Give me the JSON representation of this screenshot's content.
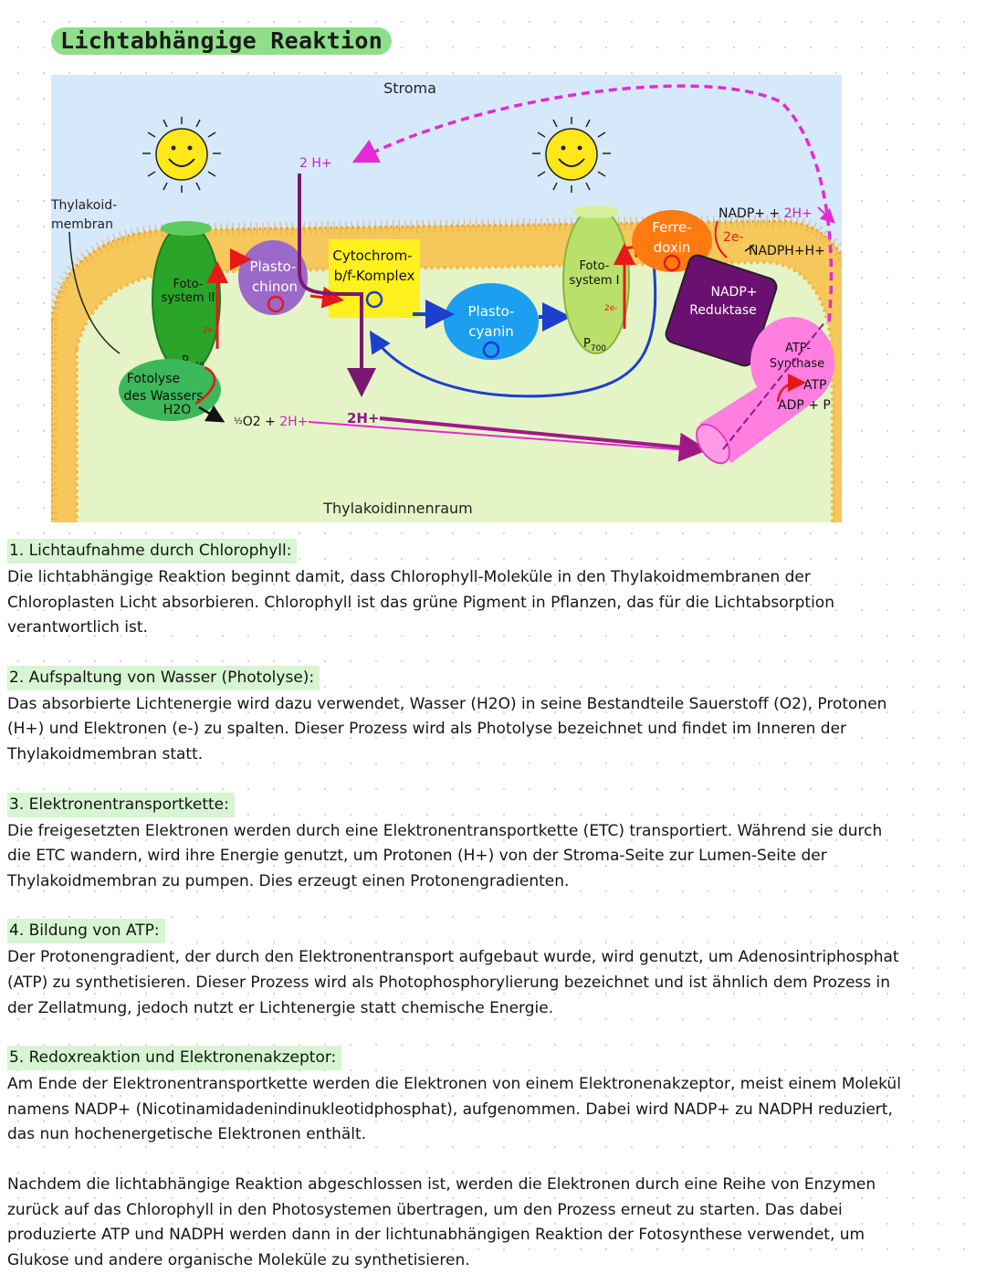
{
  "title": "Lichtabhängige Reaktion",
  "diagram": {
    "stroma": "Stroma",
    "lumen": "Thylakoidinnenraum",
    "membrane_label": [
      "Thylakoid-",
      "membran"
    ],
    "ps2_label": [
      "Foto-",
      "system II"
    ],
    "ps1_label": [
      "Foto-",
      "system I"
    ],
    "p680": "P",
    "p680_sub": "680",
    "p700": "P",
    "p700_sub": "700",
    "plastochinon": [
      "Plasto-",
      "chinon"
    ],
    "cytochrom": [
      "Cytochrom-",
      "b/f-Komplex"
    ],
    "plastocyanin": [
      "Plasto-",
      "cyanin"
    ],
    "ferredoxin": [
      "Ferre-",
      "doxin"
    ],
    "nadp_reduktase": [
      "NADP+",
      "Reduktase"
    ],
    "atp_synthase": [
      "ATP-",
      "Synthase"
    ],
    "fotolyse": [
      "Fotolyse",
      "des Wassers",
      "H2O"
    ],
    "h_top": "2 H+",
    "o2_text": "O2 + ",
    "o2_frac": "½",
    "h_o2": "2H+",
    "h_mid": "2H+",
    "e_label": "2e-",
    "e_small": "2e-",
    "nadp_plus": "NADP+ + ",
    "nadp_h": "2H+",
    "nadph": "NADPH+H+",
    "atp": "ATP",
    "adp": "ADP + P"
  },
  "sections": [
    {
      "heading": "1. Lichtaufnahme durch Chlorophyll:",
      "lines": [
        "Die lichtabhängige Reaktion beginnt damit, dass Chlorophyll-Moleküle in den Thylakoidmembranen der",
        "Chloroplasten Licht absorbieren. Chlorophyll ist das grüne Pigment in Pflanzen, das für die Lichtabsorption",
        "verantwortlich ist."
      ]
    },
    {
      "heading": "2. Aufspaltung von Wasser (Photolyse):",
      "lines": [
        "Das absorbierte Lichtenergie wird dazu verwendet, Wasser (H2O) in seine Bestandteile Sauerstoff (O2), Protonen",
        "(H+) und Elektronen (e-) zu spalten. Dieser Prozess wird als Photolyse bezeichnet und findet im Inneren der",
        "Thylakoidmembran statt."
      ]
    },
    {
      "heading": "3. Elektronentransportkette:",
      "lines": [
        "Die freigesetzten Elektronen werden durch eine Elektronentransportkette (ETC) transportiert. Während sie durch",
        "die ETC wandern, wird ihre Energie genutzt, um Protonen (H+) von der Stroma-Seite zur Lumen-Seite der",
        "Thylakoidmembran zu pumpen. Dies erzeugt einen Protonengradienten."
      ]
    },
    {
      "heading": "4. Bildung von ATP:",
      "lines": [
        "Der Protonengradient, der durch den Elektronentransport aufgebaut wurde, wird genutzt, um Adenosintriphosphat",
        "(ATP) zu synthetisieren. Dieser Prozess wird als Photophosphorylierung bezeichnet und ist ähnlich dem Prozess in",
        "der Zellatmung, jedoch nutzt er Lichtenergie statt chemische Energie."
      ]
    },
    {
      "heading": "5. Redoxreaktion und Elektronenakzeptor:",
      "lines": [
        "Am Ende der Elektronentransportkette werden die Elektronen von einem Elektronenakzeptor, meist einem Molekül",
        "namens NADP+ (Nicotinamidadenindinukleotidphosphat), aufgenommen. Dabei wird NADP+ zu NADPH reduziert,",
        "das nun hochenergetische Elektronen enthält."
      ]
    }
  ],
  "closing": {
    "lines": [
      "Nachdem die lichtabhängige Reaktion abgeschlossen ist, werden die Elektronen durch eine Reihe von Enzymen",
      "zurück auf das Chlorophyll in den Photosystemen übertragen, um den Prozess erneut zu starten. Das dabei",
      "produzierte ATP und NADPH werden dann in der lichtunabhängigen Reaktion der Fotosynthese verwendet, um",
      "Glukose und andere organische Moleküle zu synthetisieren."
    ]
  },
  "colors": {
    "stroma_bg": "#d6e9fb",
    "lumen_bg": "#e5f4c6",
    "membrane": "#f6c75a",
    "photosystem2": "#2aa52a",
    "photosystem1": "#b8e06a",
    "plastochinon": "#9b69c8",
    "cytochrom": "#fff01e",
    "plastocyanin": "#1c9ff0",
    "ferredoxin": "#ff7a10",
    "reduktase": "#6a1070",
    "atp_synthase": "#ff7ee0",
    "proton_arrow": "#a01888",
    "electron_arrow": "#1c3fd0",
    "title_highlight": "#8fdf8a",
    "heading_highlight": "#d7f5d2"
  }
}
